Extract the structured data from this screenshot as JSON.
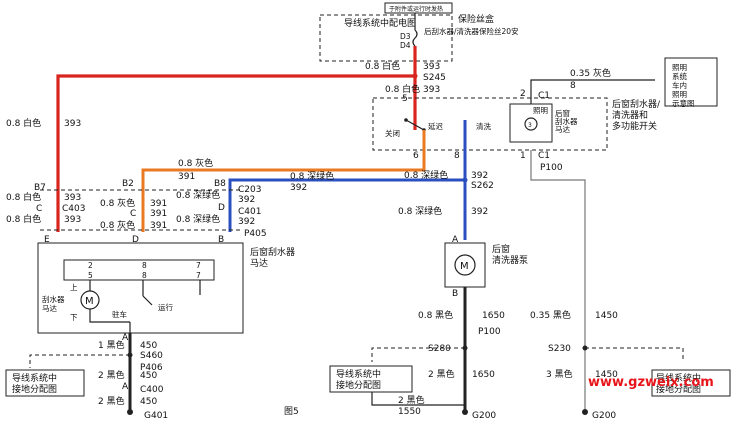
{
  "top_note": "于附件或运行时发热",
  "fuse_box": {
    "title": "导线系统中配电图",
    "label": "保险丝盒",
    "d3": "D3",
    "d4": "D4",
    "fuse_desc": "后刮水器/清洗器保险丝20安"
  },
  "wires": {
    "w393_top": "0.8 白色",
    "w393_top_num": "393",
    "s245": "S245",
    "w393_b": "0.8 白色",
    "w393_b_num": "393",
    "pin5": "5",
    "w8_label": "0.35 灰色",
    "w8_num": "8",
    "pin2": "2",
    "c1_top": "C1",
    "left_w": "0.8 白色",
    "left_w_num": "393",
    "w391_label": "0.8 灰色",
    "w391_num": "391",
    "w392_label": "0.8 深绿色",
    "w392_num": "392",
    "s262": "S262",
    "w392_right": "0.8 深绿色",
    "w392_right_num": "392",
    "pin6": "6",
    "pin8": "8",
    "pin1": "1",
    "c1_bot": "C1",
    "p100_top": "P100",
    "b7": "B7",
    "b2": "B2",
    "b8": "B8",
    "c203": "C203",
    "c403": "C403",
    "c_left": "C",
    "c401": "C401",
    "d_mid": "D",
    "c_mid": "C",
    "p405": "P405",
    "l1": "0.8 白色",
    "l1n": "393",
    "l2": "0.8 白色",
    "l2n": "393",
    "m1": "0.8 灰色",
    "m1n": "391",
    "m2": "0.8 灰色",
    "m2n": "391",
    "r1": "0.8 深绿色",
    "r1n": "392",
    "r2": "0.8 深绿色",
    "r2n": "392",
    "pinE": "E",
    "pinD": "D",
    "pinB": "B"
  },
  "rear_switch": {
    "title": "后窗刮水器/清洗器和多功能开关",
    "lamp": "照明",
    "off": "关闭",
    "delay": "延迟",
    "wash": "清洗",
    "motor_label": "后窗刮水器马达",
    "lamp_ref": "照明系统车内照明示意图"
  },
  "rear_motor": {
    "title": "后窗刮水器马达",
    "p2": "2",
    "p5": "5",
    "p8": "8",
    "p7": "7",
    "upper": "上",
    "lower": "下",
    "motor_name": "刮水器马达",
    "park": "驻车",
    "run": "运行"
  },
  "washer_pump": {
    "title": "后窗清洗器泵",
    "pinA": "A",
    "pinB": "B"
  },
  "ground": {
    "ca": "A",
    "w450a": "1 黑色",
    "w450a_n": "450",
    "s460": "S460",
    "p406": "P406",
    "w450b": "2 黑色",
    "w450b_n": "450",
    "ca2": "A",
    "c400": "C400",
    "w450c": "2 黑色",
    "w450c_n": "450",
    "g401": "G401",
    "w1650a": "0.8 黑色",
    "w1650a_n": "1650",
    "p100": "P100",
    "s280": "S280",
    "w1650b": "2 黑色",
    "w1650b_n": "1650",
    "w1550": "2 黑色",
    "w1550_n": "1550",
    "g200a": "G200",
    "w1450a": "0.35 黑色",
    "w1450a_n": "1450",
    "s230": "S230",
    "w1450b": "3 黑色",
    "w1450b_n": "1450",
    "g200b": "G200",
    "ref_left": "导线系统中接地分配图",
    "ref_mid": "导线系统中接地分配图",
    "ref_right": "导线系统中接地分配图"
  },
  "figure_label": "图5",
  "watermark": "www.gzweix.com",
  "colors": {
    "red": "#d8261f",
    "orange": "#ea7a21",
    "blue": "#2b4fbf"
  }
}
